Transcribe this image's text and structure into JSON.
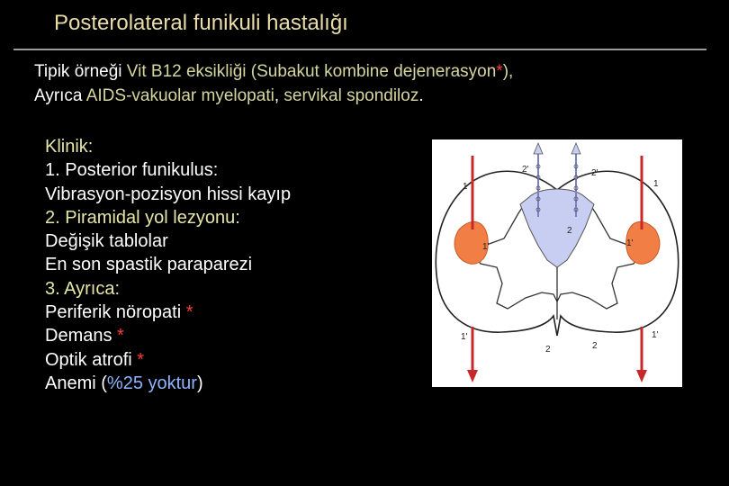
{
  "title": "Posterolateral funikuli hastalığı",
  "intro": {
    "line1": {
      "part1": "Tipik örneği ",
      "part2": "Vit B12 eksikliği (Subakut kombine dejenerasyon",
      "star": "*",
      "part3": "),"
    },
    "line2": {
      "part1": "Ayrıca ",
      "part2": "AIDS-vakuolar myelopati",
      "part3": ", ",
      "part4": "servikal spondiloz",
      "part5": "."
    }
  },
  "clinic": {
    "heading": "Klinik:",
    "item1_title": "1. Posterior funikulus:",
    "item1_text": "Vibrasyon-pozisyon hissi kayıp",
    "item2_title": "2. Piramidal yol lezyonu:",
    "item2_text1": "Değişik tablolar",
    "item2_text2": "En son spastik paraparezi",
    "item3_title": "3. Ayrıca:",
    "item3_a": "Periferik nöropati ",
    "item3_b": "Demans ",
    "item3_c": "Optik atrofi ",
    "star": "*",
    "anemia_label": "Anemi (",
    "anemia_value": "%25 yoktur",
    "anemia_close": ")"
  },
  "diagram": {
    "labels": {
      "l1_left": "1",
      "l1_right": "1",
      "l2p_left": "2'",
      "l2p_right": "2'",
      "l2_center": "2",
      "l1p_left": "1'",
      "l1p_right": "1'",
      "l1p_bottom_left": "1'",
      "l1p_bottom_right": "1'",
      "l2_bottom_left": "2",
      "l2_bottom_mid": "2"
    },
    "colors": {
      "posterior_column": "#c8cdf2",
      "lesion": "#f07e45",
      "red_tract": "#c9282a",
      "outline": "#222222"
    }
  }
}
